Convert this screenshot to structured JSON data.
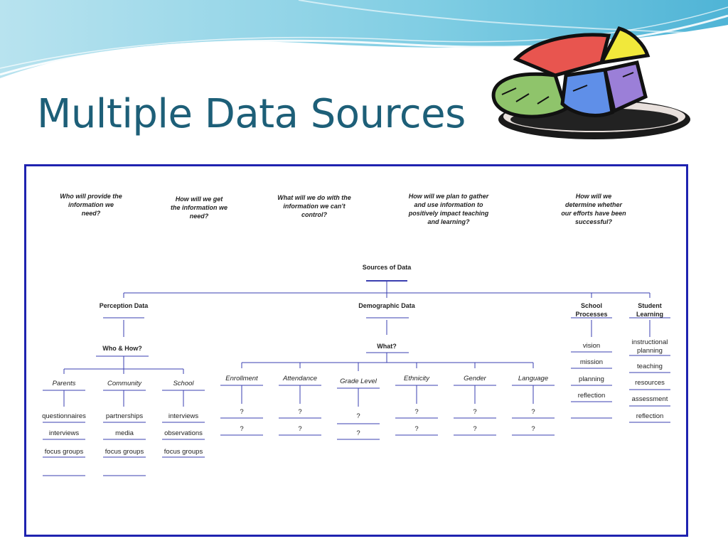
{
  "slide": {
    "title": "Multiple Data Sources",
    "colors": {
      "title": "#1d5f78",
      "frame": "#1f23b0",
      "lines": "#3a3fb0"
    }
  },
  "clipart": {
    "icon": "pie-chart-icon",
    "slice_colors": [
      "#e8554f",
      "#f1e83b",
      "#8fc46b",
      "#5f8fe8",
      "#9b7fd8"
    ]
  },
  "questions": [
    "Who will provide the information we need?",
    "How will we get the information we need?",
    "What will we do with the information we can't control?",
    "How will we plan to gather and use information to positively impact teaching and learning?",
    "How will we determine whether our efforts have been successful?"
  ],
  "tree": {
    "root": "Sources of Data",
    "perception": {
      "label": "Perception Data",
      "sub": "Who & How?",
      "groups": [
        {
          "label": "Parents",
          "items": [
            "questionnaires",
            "interviews",
            "focus groups",
            ""
          ]
        },
        {
          "label": "Community",
          "items": [
            "partnerships",
            "media",
            "focus groups",
            ""
          ]
        },
        {
          "label": "School",
          "items": [
            "interviews",
            "observations",
            "focus groups"
          ]
        }
      ]
    },
    "demographic": {
      "label": "Demographic Data",
      "sub": "What?",
      "groups": [
        {
          "label": "Enrollment",
          "items": [
            "?",
            "?"
          ]
        },
        {
          "label": "Attendance",
          "items": [
            "?",
            "?"
          ]
        },
        {
          "label": "Grade Level",
          "items": [
            "?",
            "?"
          ]
        },
        {
          "label": "Ethnicity",
          "items": [
            "?",
            "?"
          ]
        },
        {
          "label": "Gender",
          "items": [
            "?",
            "?"
          ]
        },
        {
          "label": "Language",
          "items": [
            "?",
            "?"
          ]
        }
      ]
    },
    "school_processes": {
      "label": "School Processes",
      "items": [
        "vision",
        "mission",
        "planning",
        "reflection",
        ""
      ]
    },
    "student_learning": {
      "label": "Student Learning",
      "items": [
        "instructional planning",
        "teaching",
        "resources",
        "assessment",
        "reflection"
      ]
    }
  }
}
